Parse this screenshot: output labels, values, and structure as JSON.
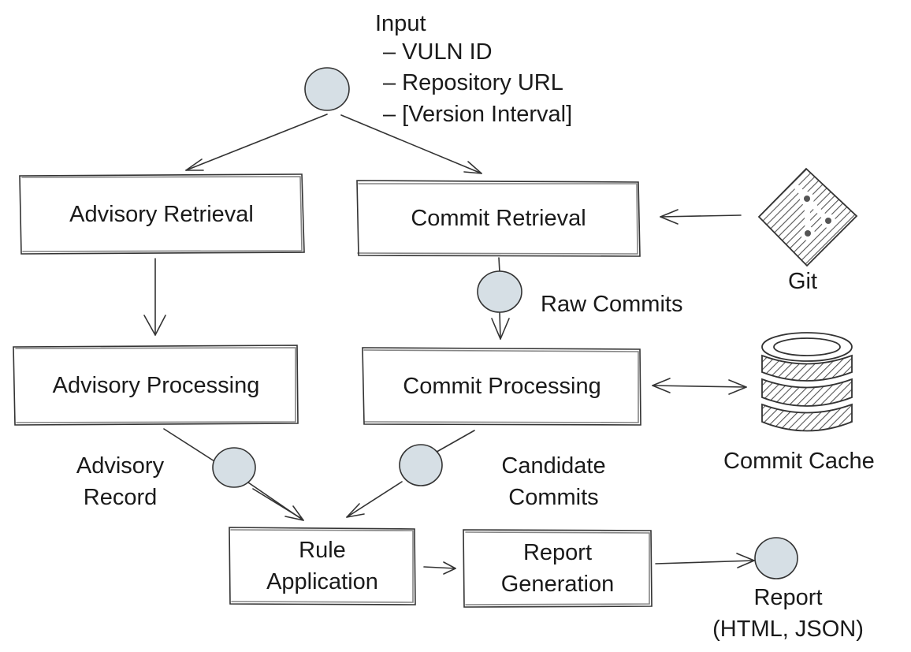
{
  "colors": {
    "node_fill": "#d6dfe5",
    "stroke": "#333333",
    "hatch": "#555555",
    "text": "#1a1a1a"
  },
  "input": {
    "title": "Input",
    "items": [
      "– VULN ID",
      "– Repository URL",
      "– [Version Interval]"
    ]
  },
  "boxes": {
    "advisory_retrieval": "Advisory Retrieval",
    "commit_retrieval": "Commit Retrieval",
    "advisory_processing": "Advisory Processing",
    "commit_processing": "Commit Processing",
    "rule_application": [
      "Rule",
      "Application"
    ],
    "report_generation": [
      "Report",
      "Generation"
    ]
  },
  "labels": {
    "git": "Git",
    "raw_commits": "Raw Commits",
    "commit_cache": "Commit Cache",
    "advisory_record": [
      "Advisory",
      "Record"
    ],
    "candidate_commits": [
      "Candidate",
      "Commits"
    ],
    "report": [
      "Report",
      "(HTML, JSON)"
    ]
  },
  "icons": {
    "git": "git-logo-icon",
    "database": "database-icon"
  }
}
